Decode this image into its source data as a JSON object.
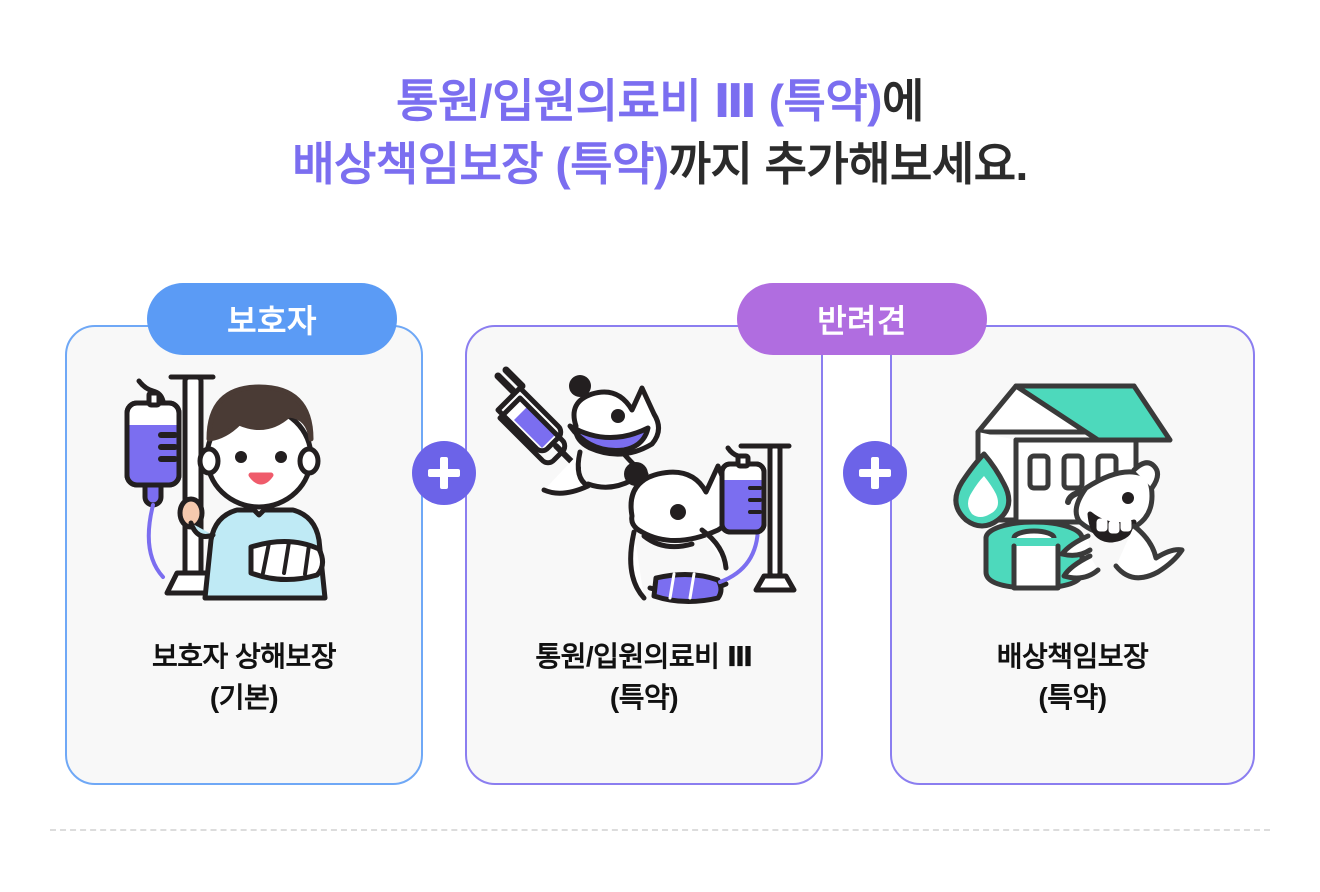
{
  "headline": {
    "line1_accent": "통원/입원의료비 Ⅲ (특약)",
    "line1_plain": "에",
    "line2_accent": "배상책임보장 (특약)",
    "line2_plain": "까지 추가해보세요.",
    "accent_color": "#7b6ef0",
    "plain_color": "#2b2b2b"
  },
  "groups": [
    {
      "label": "보호자",
      "color": "#5b9bf5"
    },
    {
      "label": "반려견",
      "color": "#b06de0"
    }
  ],
  "cards": [
    {
      "title": "보호자 상해보장",
      "subtitle": "(기본)",
      "border_color": "#6fa8f6",
      "illustration": "injured-person-with-iv-drip-illustration"
    },
    {
      "title": "통원/입원의료비 Ⅲ",
      "subtitle": "(특약)",
      "border_color": "#8b7ef0",
      "illustration": "two-dogs-syringe-and-iv-drip-illustration"
    },
    {
      "title": "배상책임보장",
      "subtitle": "(특약)",
      "border_color": "#8b7ef0",
      "illustration": "house-fire-toilet-paper-and-barking-dog-illustration"
    }
  ],
  "connectors": [
    {
      "label": "+",
      "name": "plus-badge-1",
      "color": "#6c63e8"
    },
    {
      "label": "+",
      "name": "plus-badge-2",
      "color": "#6c63e8"
    }
  ],
  "palette": {
    "card_background": "#f8f8f8",
    "page_background": "#ffffff",
    "illustration_purple": "#7b6ef0",
    "illustration_mint": "#4dd9bc",
    "illustration_shirt_blue": "#bfeaf5",
    "illustration_hair_brown": "#4a3b35",
    "illustration_outline": "#231f20",
    "divider": "#dcdcdc"
  }
}
